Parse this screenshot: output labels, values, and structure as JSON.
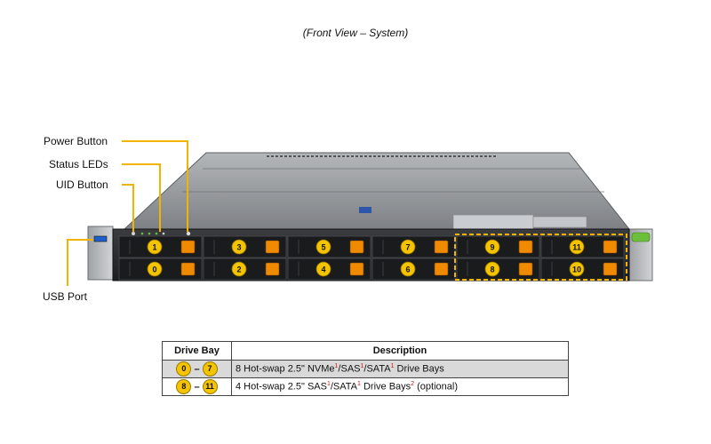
{
  "caption": "(Front View – System)",
  "callouts": {
    "power_button": "Power Button",
    "status_leds": "Status LEDs",
    "uid_button": "UID Button",
    "usb_port": "USB Port"
  },
  "colors": {
    "callout_line": "#f2b400",
    "bay_badge": "#f5c400",
    "drive_latch": "#f08a00",
    "chassis_top": "#8c8f92",
    "front_bezel": "#2a2c2e",
    "table_shade": "#d9d9d9",
    "footnote_red": "#dd1111"
  },
  "bays": {
    "top_row": [
      "1",
      "3",
      "5",
      "7",
      "9",
      "11"
    ],
    "bottom_row": [
      "0",
      "2",
      "4",
      "6",
      "8",
      "10"
    ]
  },
  "table": {
    "headers": {
      "bay": "Drive Bay",
      "desc": "Description"
    },
    "rows": [
      {
        "from": "0",
        "to": "7",
        "parts": [
          "8 Hot-swap 2.5\" NVMe",
          "1",
          "/SAS",
          "1",
          "/SATA",
          "1",
          " Drive Bays"
        ]
      },
      {
        "from": "8",
        "to": "11",
        "parts": [
          "4 Hot-swap 2.5\" SAS",
          "1",
          "/SATA",
          "1",
          " Drive Bays",
          "2",
          " (optional)"
        ]
      }
    ]
  }
}
